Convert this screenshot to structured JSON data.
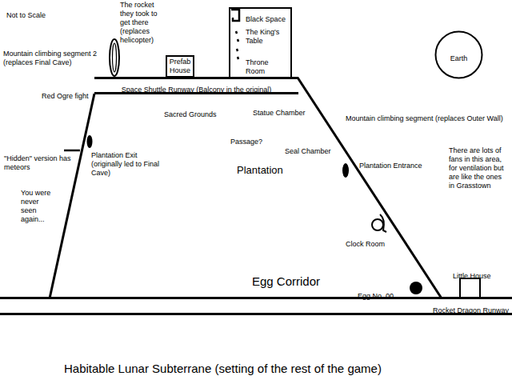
{
  "diagram": {
    "caption": "Habitable Lunar Subterrane (setting of the rest of the game)",
    "nodes": [
      {
        "text": [
          "The rocket they took to get there (replaces helicopter)"
        ]
      },
      {
        "text": [
          "Prefab House"
        ]
      },
      {
        "text": [
          "Black Space",
          "The King's Table",
          "Throne Room"
        ]
      },
      {
        "text": [
          "Earth"
        ]
      },
      {
        "text": [
          "Space Shuttle Runway (Balcony in the original)"
        ]
      },
      {
        "text": [
          "Sacred Grounds",
          "Statue Chamber",
          "Passage?",
          "Seal Chamber",
          "Plantation",
          "Plantation Exit (originally led to Final Cave)",
          "Clock Room",
          "Egg Corridor",
          "Egg No. 00"
        ]
      },
      {
        "text": [
          "Little House"
        ]
      },
      {
        "text": [
          "Rocket Dragon Runway"
        ]
      }
    ],
    "labels": [
      "Not to Scale",
      "Mountain climbing segment 2 (replaces Final Cave)",
      "Red Ogre fight",
      "Mountain climbing segment (replaces Outer Wall)",
      "Plantation Entrance",
      "\"Hidden\" version has meteors",
      "There are lots of fans in this area, for ventilation but are like the ones in Grasstown",
      "You were never seen again..."
    ]
  }
}
